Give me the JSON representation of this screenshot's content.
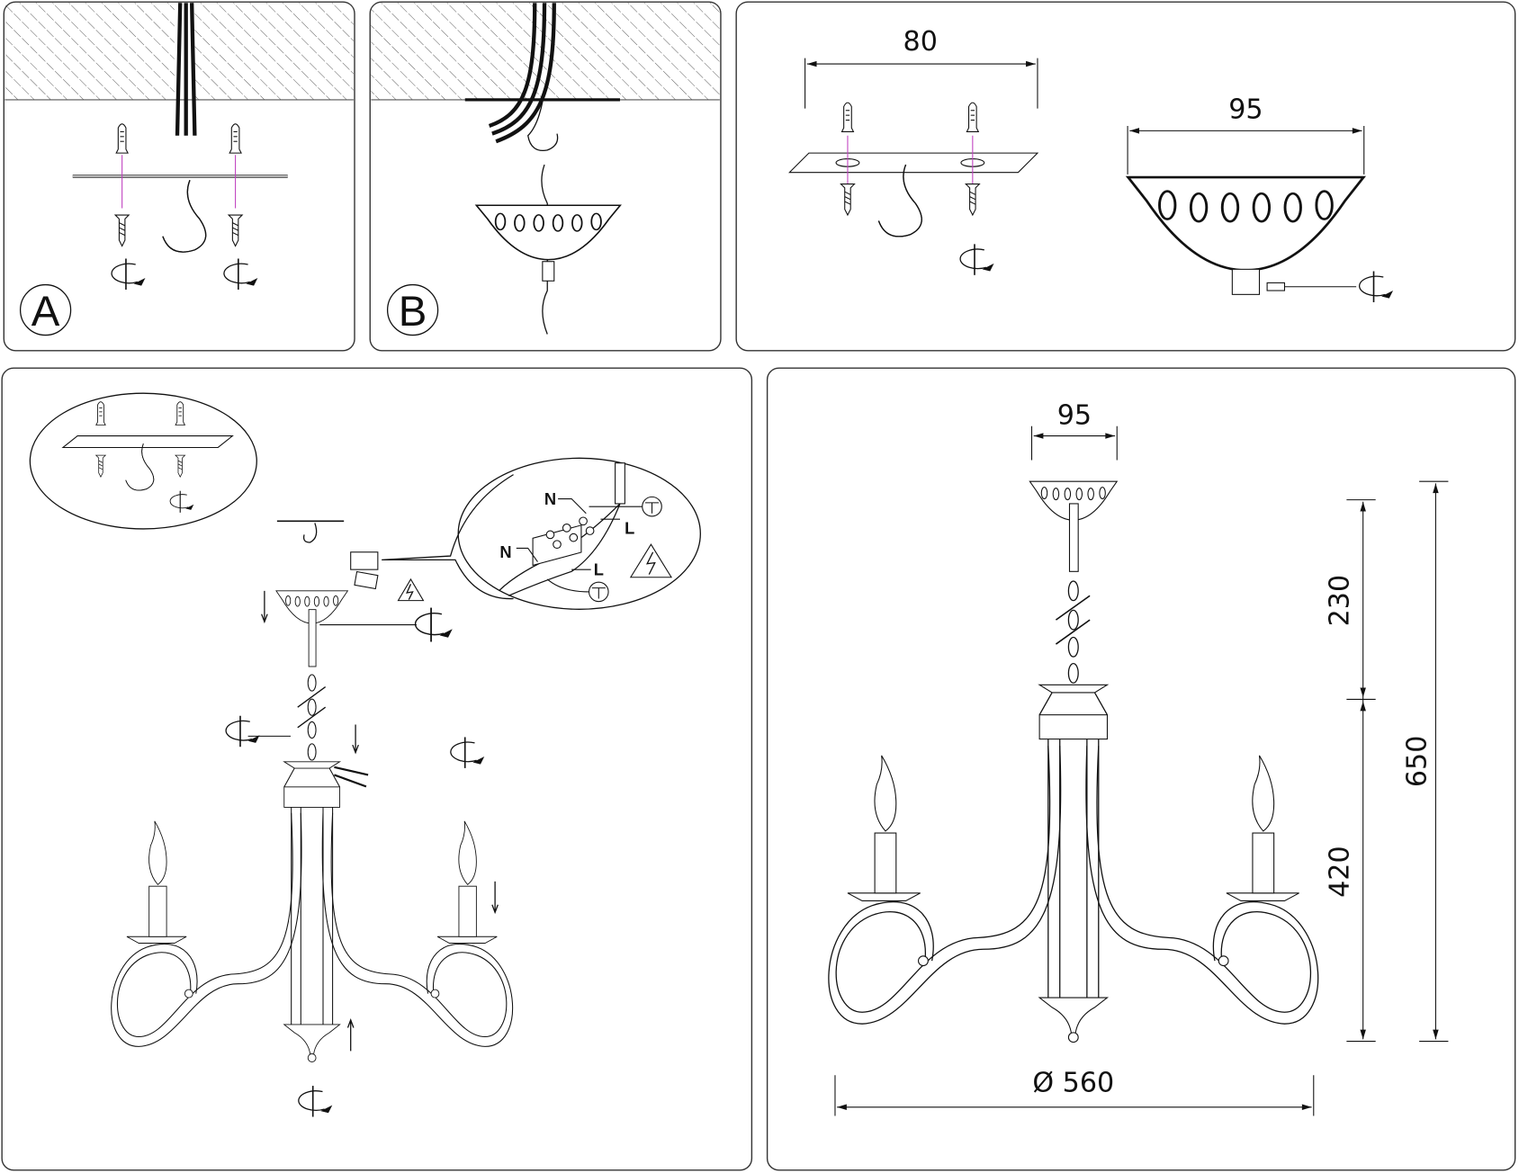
{
  "panels": {
    "a": {
      "label": "A"
    },
    "b": {
      "label": "B"
    },
    "mount_dims": {
      "plate_width": "80",
      "canopy_width": "95"
    },
    "assembly": {
      "wiring": {
        "n_top": "N",
        "n_bottom": "N",
        "l_top": "L",
        "l_bottom": "L"
      }
    },
    "dimensions": {
      "canopy_width": "95",
      "chain_height": "230",
      "body_height": "420",
      "total_height": "650",
      "diameter": "Ø 560"
    }
  },
  "colors": {
    "line": "#111111",
    "guide": "#c040c0"
  }
}
